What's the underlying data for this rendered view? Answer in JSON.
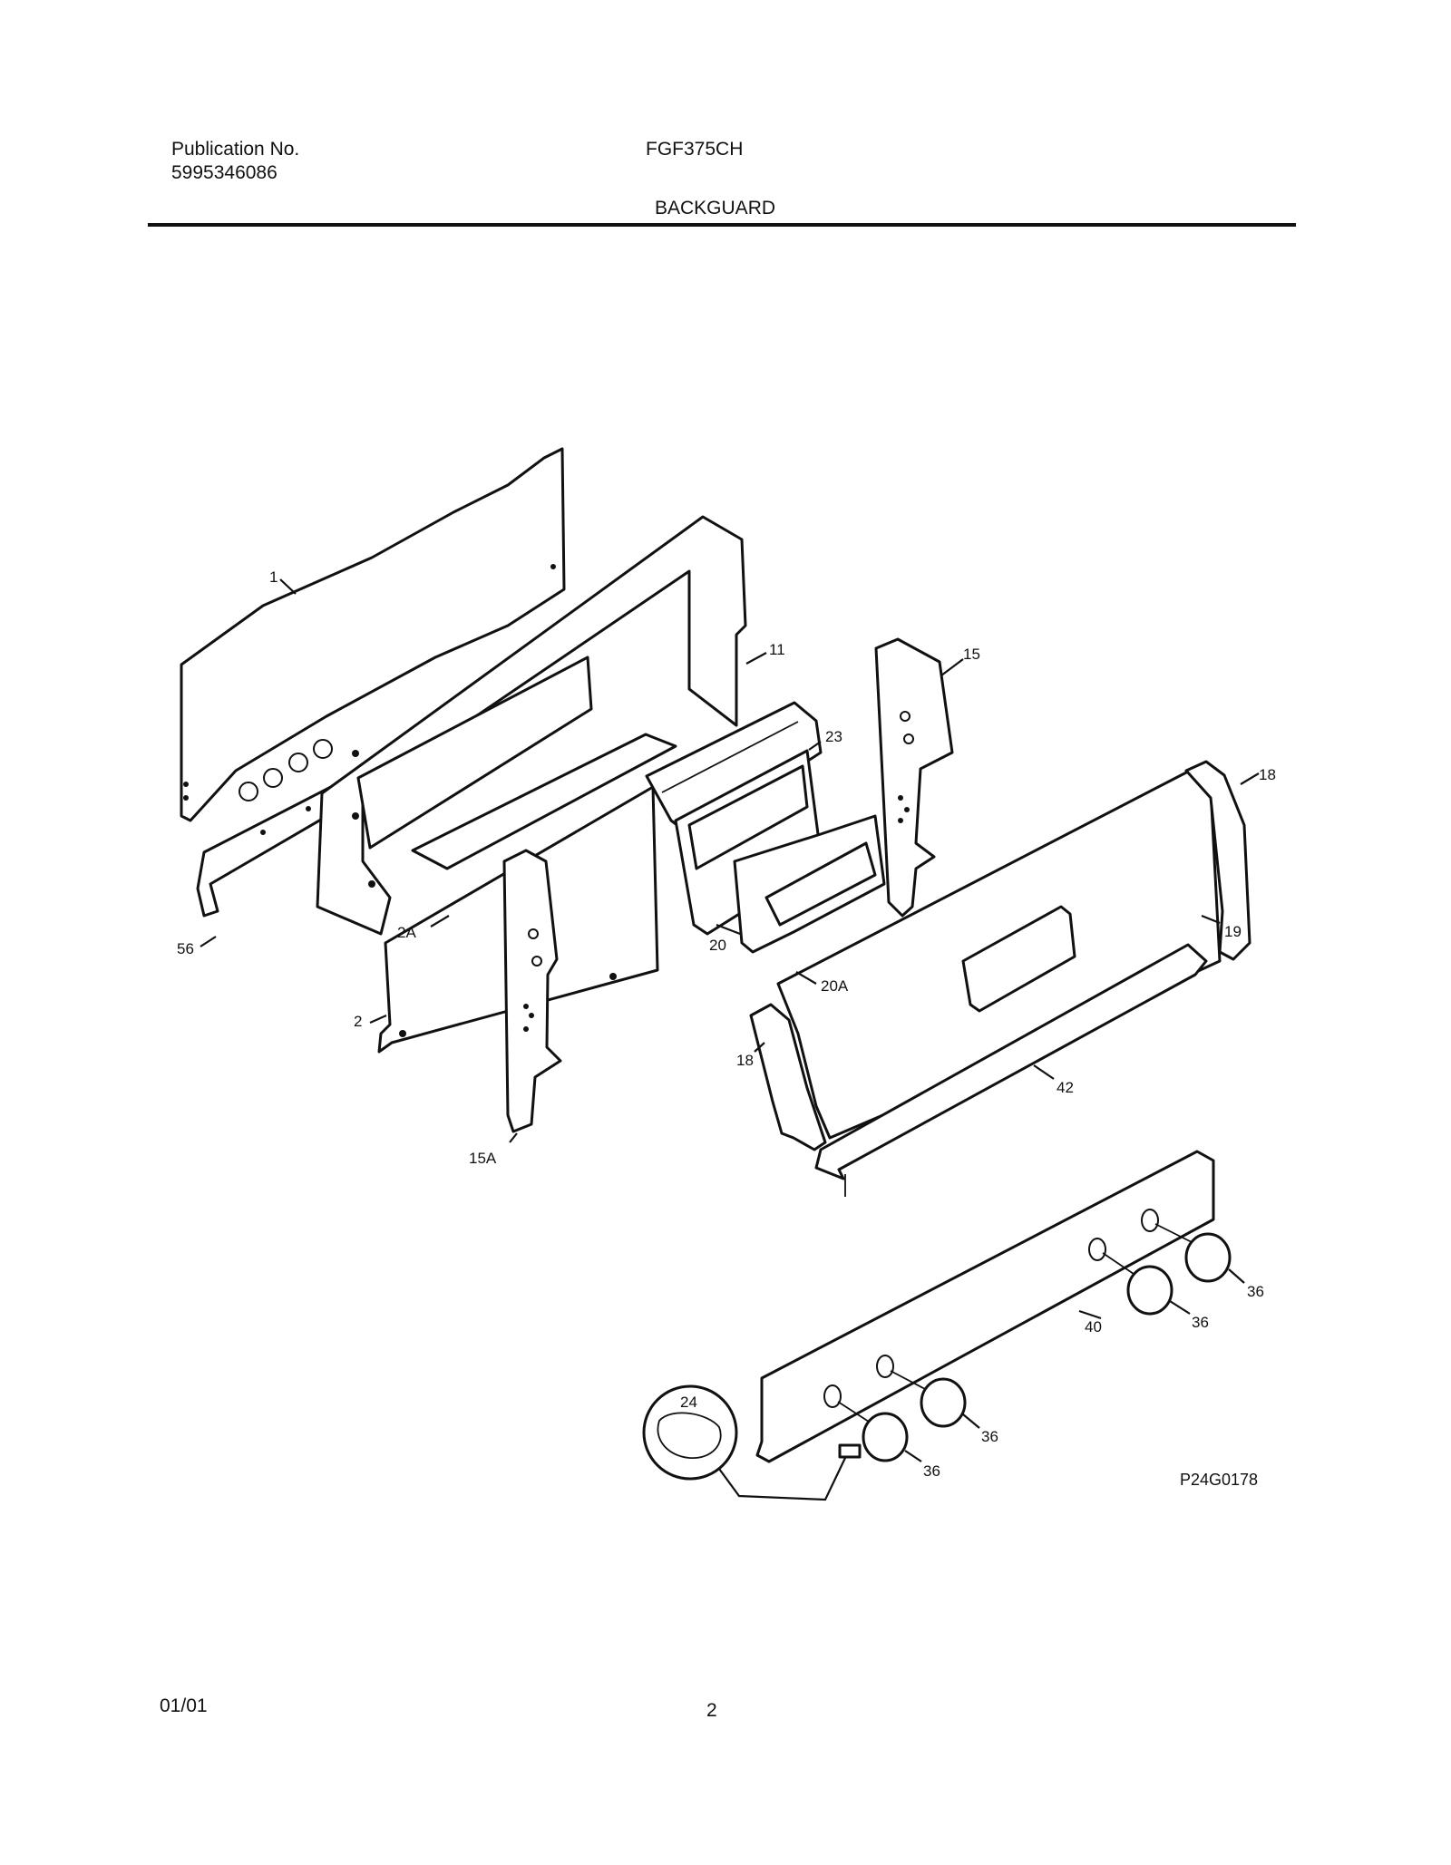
{
  "header": {
    "publication_label": "Publication No.",
    "publication_number": "5995346086",
    "model_number": "FGF375CH",
    "section_title": "BACKGUARD"
  },
  "diagram": {
    "drawing_code": "P24G0178",
    "callouts": {
      "c1": "1",
      "c2": "2",
      "c2a": "2A",
      "c11": "11",
      "c15": "15",
      "c15a": "15A",
      "c18_right": "18",
      "c18_left": "18",
      "c19": "19",
      "c20": "20",
      "c20a": "20A",
      "c23": "23",
      "c24": "24",
      "c36_a": "36",
      "c36_b": "36",
      "c36_c": "36",
      "c36_d": "36",
      "c40": "40",
      "c42": "42",
      "c56": "56"
    }
  },
  "footer": {
    "date": "01/01",
    "page": "2"
  }
}
